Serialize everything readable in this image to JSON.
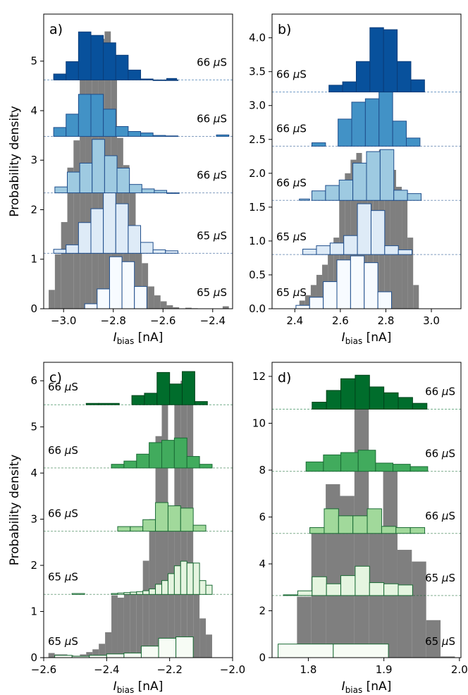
{
  "chart_data": [
    {
      "panel": "a)",
      "type": "bar",
      "xlabel": "I_bias [nA]",
      "ylabel": "Probability density",
      "xlim": [
        -3.08,
        -2.32
      ],
      "ylim": [
        0,
        5.95
      ],
      "xticks": [
        -3.0,
        -2.8,
        -2.6,
        -2.4
      ],
      "xtick_labels": [
        "−3.0",
        "−2.8",
        "−2.6",
        "−2.4"
      ],
      "yticks": [
        0,
        1,
        2,
        3,
        4,
        5
      ],
      "ytick_labels": [
        "0",
        "1",
        "2",
        "3",
        "4",
        "5"
      ],
      "grey": {
        "edges": [
          -3.06,
          -3.035,
          -3.01,
          -2.985,
          -2.96,
          -2.935,
          -2.91,
          -2.885,
          -2.86,
          -2.835,
          -2.81,
          -2.785,
          -2.76,
          -2.735,
          -2.71,
          -2.685,
          -2.66,
          -2.635,
          -2.61,
          -2.585,
          -2.56,
          -2.535,
          -2.51,
          -2.485,
          -2.46,
          -2.435,
          -2.41,
          -2.385,
          -2.36,
          -2.335
        ],
        "values": [
          0.38,
          1.1,
          1.75,
          2.85,
          3.4,
          4.95,
          5.05,
          5.3,
          5.45,
          5.6,
          5.0,
          3.45,
          2.9,
          2.5,
          1.2,
          0.92,
          0.45,
          0.27,
          0.15,
          0.07,
          0.03,
          0.0,
          0.02,
          0.01,
          0.0,
          0.0,
          0.0,
          0.0,
          0.05
        ]
      },
      "series": [
        {
          "label": "65 μS",
          "baseline": 0.0,
          "edges": [
            -2.915,
            -2.865,
            -2.815,
            -2.765,
            -2.715,
            -2.665
          ],
          "values": [
            0.1,
            0.4,
            1.05,
            0.95,
            0.45
          ],
          "extra_left": [],
          "extra_right": [],
          "baseline_line": true,
          "color": "#f7fbff",
          "edge": "#1f4e8c"
        },
        {
          "label": "65 μS",
          "baseline": 1.12,
          "edges": [
            -3.04,
            -2.99,
            -2.94,
            -2.89,
            -2.84,
            -2.79,
            -2.74,
            -2.69,
            -2.64,
            -2.59,
            -2.54
          ],
          "values": [
            0.08,
            0.17,
            0.62,
            0.9,
            1.27,
            1.0,
            0.56,
            0.22,
            0.07,
            0.05
          ],
          "extra_left": [],
          "extra_right": [],
          "baseline_line": true,
          "color": "#deebf7",
          "edge": "#1f4e8c"
        },
        {
          "label": "66 μS",
          "baseline": 2.34,
          "edges": [
            -3.035,
            -2.985,
            -2.935,
            -2.885,
            -2.835,
            -2.785,
            -2.735,
            -2.685,
            -2.635,
            -2.585,
            -2.535
          ],
          "values": [
            0.12,
            0.42,
            0.6,
            1.08,
            0.75,
            0.5,
            0.17,
            0.08,
            0.05,
            0.0
          ],
          "extra_left": [],
          "extra_right": [],
          "baseline_line": true,
          "color": "#9ecae1",
          "edge": "#1f4e8c"
        },
        {
          "label": "66 μS",
          "baseline": 3.48,
          "edges": [
            -3.04,
            -2.99,
            -2.94,
            -2.89,
            -2.84,
            -2.79,
            -2.74,
            -2.69,
            -2.64,
            -2.59,
            -2.54
          ],
          "values": [
            0.18,
            0.45,
            0.85,
            0.85,
            0.55,
            0.2,
            0.1,
            0.07,
            0.02,
            0.01
          ],
          "extra_left": [],
          "extra_right": [
            [
              -2.385,
              -2.335,
              0.03
            ]
          ],
          "baseline_line": true,
          "color": "#4292c6",
          "edge": "#1f4e8c"
        },
        {
          "label": "66 μS",
          "baseline": 4.62,
          "edges": [
            -3.04,
            -2.99,
            -2.94,
            -2.89,
            -2.84,
            -2.79,
            -2.74,
            -2.69,
            -2.64,
            -2.59,
            -2.54
          ],
          "values": [
            0.12,
            0.37,
            0.97,
            0.9,
            0.75,
            0.5,
            0.2,
            0.02,
            0.0,
            0.0
          ],
          "extra_left": [],
          "extra_right": [
            [
              -2.585,
              -2.545,
              0.03
            ]
          ],
          "baseline_line": true,
          "color": "#08519c",
          "edge": "#0b3d7a"
        }
      ]
    },
    {
      "panel": "b)",
      "type": "bar",
      "xlabel": "I_bias [nA]",
      "ylabel": "",
      "xlim": [
        2.3,
        3.13
      ],
      "ylim": [
        0,
        4.35
      ],
      "xticks": [
        2.4,
        2.6,
        2.8,
        3.0
      ],
      "xtick_labels": [
        "2.4",
        "2.6",
        "2.8",
        "3.0"
      ],
      "yticks": [
        0,
        0.5,
        1.0,
        1.5,
        2.0,
        2.5,
        3.0,
        3.5,
        4.0
      ],
      "ytick_labels": [
        "0.0",
        "0.5",
        "1.0",
        "1.5",
        "2.0",
        "2.5",
        "3.0",
        "3.5",
        "4.0"
      ],
      "grey": {
        "edges": [
          2.42,
          2.445,
          2.47,
          2.495,
          2.52,
          2.545,
          2.57,
          2.595,
          2.62,
          2.645,
          2.67,
          2.695,
          2.72,
          2.745,
          2.77,
          2.795,
          2.82,
          2.845,
          2.87,
          2.895,
          2.92,
          2.945
        ],
        "values": [
          0.12,
          0.2,
          0.35,
          0.5,
          0.65,
          0.85,
          1.05,
          1.6,
          2.0,
          2.2,
          2.3,
          1.95,
          2.25,
          2.15,
          2.35,
          1.75,
          2.05,
          1.8,
          1.7,
          1.05,
          0.35
        ]
      },
      "series": [
        {
          "label": "65 μS",
          "baseline": 0.0,
          "edges": [
            2.405,
            2.465,
            2.525,
            2.585,
            2.645,
            2.705,
            2.765,
            2.825
          ],
          "values": [
            0.05,
            0.17,
            0.4,
            0.72,
            0.78,
            0.68,
            0.25
          ],
          "extra_left": [],
          "extra_right": [],
          "baseline_line": false,
          "color": "#f7fbff",
          "edge": "#1f4e8c"
        },
        {
          "label": "65 μS",
          "baseline": 0.8,
          "edges": [
            2.435,
            2.495,
            2.555,
            2.615,
            2.675,
            2.735,
            2.795,
            2.855,
            2.915
          ],
          "values": [
            0.08,
            0.13,
            0.17,
            0.28,
            0.75,
            0.65,
            0.13,
            0.07
          ],
          "extra_left": [],
          "extra_right": [],
          "baseline_line": true,
          "color": "#deebf7",
          "edge": "#1f4e8c"
        },
        {
          "label": "66 μS",
          "baseline": 1.6,
          "edges": [
            2.475,
            2.535,
            2.595,
            2.655,
            2.715,
            2.775,
            2.835,
            2.895,
            2.955
          ],
          "values": [
            0.14,
            0.22,
            0.3,
            0.55,
            0.72,
            0.75,
            0.15,
            0.1
          ],
          "extra_left": [
            [
              2.42,
              2.465,
              0.02
            ]
          ],
          "extra_right": [],
          "baseline_line": true,
          "color": "#9ecae1",
          "edge": "#1f4e8c"
        },
        {
          "label": "66 μS",
          "baseline": 2.4,
          "edges": [
            2.59,
            2.65,
            2.71,
            2.77,
            2.83,
            2.89,
            2.95
          ],
          "values": [
            0.4,
            0.65,
            0.7,
            0.8,
            0.37,
            0.12
          ],
          "extra_left": [
            [
              2.475,
              2.535,
              0.05
            ]
          ],
          "extra_right": [],
          "baseline_line": true,
          "color": "#4292c6",
          "edge": "#1f4e8c"
        },
        {
          "label": "66 μS",
          "baseline": 3.2,
          "edges": [
            2.55,
            2.61,
            2.67,
            2.73,
            2.79,
            2.85,
            2.91,
            2.97
          ],
          "values": [
            0.1,
            0.15,
            0.45,
            0.95,
            0.92,
            0.45,
            0.18
          ],
          "extra_left": [],
          "extra_right": [],
          "baseline_line": true,
          "color": "#08519c",
          "edge": "#0b3d7a"
        }
      ]
    },
    {
      "panel": "c)",
      "type": "bar",
      "xlabel": "I_bias [nA]",
      "ylabel": "Probability density",
      "xlim": [
        -2.6,
        -2.0
      ],
      "ylim": [
        0,
        6.4
      ],
      "xticks": [
        -2.6,
        -2.4,
        -2.2,
        -2.0
      ],
      "xtick_labels": [
        "−2.6",
        "−2.4",
        "−2.2",
        "−2.0"
      ],
      "yticks": [
        0,
        1,
        2,
        3,
        4,
        5,
        6
      ],
      "ytick_labels": [
        "0",
        "1",
        "2",
        "3",
        "4",
        "5",
        "6"
      ],
      "grey": {
        "edges": [
          -2.585,
          -2.565,
          -2.545,
          -2.525,
          -2.505,
          -2.485,
          -2.465,
          -2.445,
          -2.425,
          -2.405,
          -2.385,
          -2.365,
          -2.345,
          -2.325,
          -2.305,
          -2.285,
          -2.265,
          -2.245,
          -2.225,
          -2.205,
          -2.185,
          -2.165,
          -2.145,
          -2.125,
          -2.105,
          -2.085,
          -2.065
        ],
        "values": [
          0.1,
          0.07,
          0.07,
          0.05,
          0.04,
          0.07,
          0.12,
          0.18,
          0.3,
          0.55,
          1.35,
          1.3,
          1.4,
          1.4,
          1.4,
          2.1,
          3.0,
          4.8,
          5.8,
          2.9,
          5.75,
          6.0,
          6.2,
          1.9,
          0.85,
          0.5
        ]
      },
      "series": [
        {
          "label": "65 μS",
          "baseline": 0.0,
          "edges": [
            -2.565,
            -2.51,
            -2.455,
            -2.4,
            -2.345,
            -2.29,
            -2.235,
            -2.18,
            -2.125
          ],
          "values": [
            0.05,
            0.03,
            0.05,
            0.08,
            0.1,
            0.25,
            0.42,
            0.45
          ],
          "extra_left": [],
          "extra_right": [],
          "baseline_line": false,
          "color": "#f7fcf5",
          "edge": "#1a6b35"
        },
        {
          "label": "65 μS",
          "baseline": 1.37,
          "edges": [
            -2.385,
            -2.365,
            -2.345,
            -2.325,
            -2.305,
            -2.285,
            -2.265,
            -2.245,
            -2.225,
            -2.205,
            -2.185,
            -2.165,
            -2.145,
            -2.125,
            -2.105,
            -2.085,
            -2.065
          ],
          "values": [
            0.02,
            0.03,
            0.04,
            0.05,
            0.06,
            0.08,
            0.12,
            0.22,
            0.3,
            0.45,
            0.62,
            0.72,
            0.68,
            0.68,
            0.3,
            0.2
          ],
          "extra_left": [
            [
              -2.51,
              -2.47,
              0.02
            ]
          ],
          "extra_right": [],
          "baseline_line": true,
          "color": "#e5f5e0",
          "edge": "#1a6b35"
        },
        {
          "label": "66 μS",
          "baseline": 2.74,
          "edges": [
            -2.365,
            -2.325,
            -2.285,
            -2.245,
            -2.205,
            -2.165,
            -2.125,
            -2.085
          ],
          "values": [
            0.1,
            0.1,
            0.25,
            0.62,
            0.55,
            0.5,
            0.13
          ],
          "extra_left": [],
          "extra_right": [],
          "baseline_line": true,
          "color": "#a1d99b",
          "edge": "#1a6b35"
        },
        {
          "label": "66 μS",
          "baseline": 4.11,
          "edges": [
            -2.385,
            -2.345,
            -2.305,
            -2.265,
            -2.225,
            -2.185,
            -2.145,
            -2.105,
            -2.065
          ],
          "values": [
            0.08,
            0.15,
            0.3,
            0.55,
            0.6,
            0.65,
            0.25,
            0.08
          ],
          "extra_left": [],
          "extra_right": [],
          "baseline_line": true,
          "color": "#41ab5d",
          "edge": "#1a6b35"
        },
        {
          "label": "66 μS",
          "baseline": 5.48,
          "edges": [
            -2.32,
            -2.28,
            -2.24,
            -2.2,
            -2.16,
            -2.12,
            -2.08
          ],
          "values": [
            0.2,
            0.25,
            0.7,
            0.45,
            0.72,
            0.07
          ],
          "extra_left": [
            [
              -2.465,
              -2.425,
              0.03
            ],
            [
              -2.425,
              -2.36,
              0.03
            ]
          ],
          "extra_right": [],
          "baseline_line": true,
          "color": "#006d2c",
          "edge": "#00441b"
        }
      ]
    },
    {
      "panel": "d)",
      "type": "bar",
      "xlabel": "I_bias [nA]",
      "ylabel": "",
      "xlim": [
        1.752,
        2.002
      ],
      "ylim": [
        0,
        12.6
      ],
      "xticks": [
        1.8,
        1.9,
        2.0
      ],
      "xtick_labels": [
        "1.8",
        "1.9",
        "2.0"
      ],
      "yticks": [
        0,
        2,
        4,
        6,
        8,
        10,
        12
      ],
      "ytick_labels": [
        "0",
        "2",
        "4",
        "6",
        "8",
        "10",
        "12"
      ],
      "grey": {
        "edges": [
          1.785,
          1.804,
          1.823,
          1.842,
          1.861,
          1.88,
          1.899,
          1.918,
          1.937,
          1.956,
          1.975,
          1.994
        ],
        "values": [
          2.6,
          5.3,
          7.4,
          6.9,
          11.9,
          5.3,
          8.1,
          4.6,
          4.1,
          1.6,
          0.05
        ]
      },
      "series": [
        {
          "label": "65 μS",
          "baseline": 0.0,
          "edges": [
            1.76,
            1.833,
            1.906
          ],
          "values": [
            0.58,
            0.58
          ],
          "extra_left": [],
          "extra_right": [],
          "baseline_line": false,
          "color": "#f7fcf5",
          "edge": "#1a6b35"
        },
        {
          "label": "65 μS",
          "baseline": 2.65,
          "edges": [
            1.786,
            1.805,
            1.824,
            1.843,
            1.862,
            1.881,
            1.9,
            1.919,
            1.938
          ],
          "values": [
            0.2,
            0.8,
            0.5,
            0.85,
            1.25,
            0.55,
            0.5,
            0.45
          ],
          "extra_left": [
            [
              1.767,
              1.786,
              0.03
            ]
          ],
          "extra_right": [],
          "baseline_line": true,
          "color": "#e5f5e0",
          "edge": "#1a6b35"
        },
        {
          "label": "66 μS",
          "baseline": 5.3,
          "edges": [
            1.802,
            1.821,
            1.84,
            1.859,
            1.878,
            1.897,
            1.916,
            1.935,
            1.954
          ],
          "values": [
            0.25,
            1.05,
            0.75,
            0.75,
            1.05,
            0.3,
            0.25,
            0.25
          ],
          "extra_left": [],
          "extra_right": [],
          "baseline_line": true,
          "color": "#a1d99b",
          "edge": "#1a6b35"
        },
        {
          "label": "66 μS",
          "baseline": 7.95,
          "edges": [
            1.797,
            1.82,
            1.843,
            1.866,
            1.889,
            1.912,
            1.935,
            1.958
          ],
          "values": [
            0.4,
            0.7,
            0.8,
            0.9,
            0.35,
            0.3,
            0.2
          ],
          "extra_left": [],
          "extra_right": [],
          "baseline_line": true,
          "color": "#41ab5d",
          "edge": "#1a6b35"
        },
        {
          "label": "66 μS",
          "baseline": 10.6,
          "edges": [
            1.805,
            1.824,
            1.843,
            1.862,
            1.881,
            1.9,
            1.919,
            1.938,
            1.957
          ],
          "values": [
            0.3,
            0.8,
            1.3,
            1.45,
            0.95,
            0.7,
            0.5,
            0.25
          ],
          "extra_left": [],
          "extra_right": [],
          "baseline_line": true,
          "color": "#006d2c",
          "edge": "#00441b"
        }
      ]
    }
  ]
}
